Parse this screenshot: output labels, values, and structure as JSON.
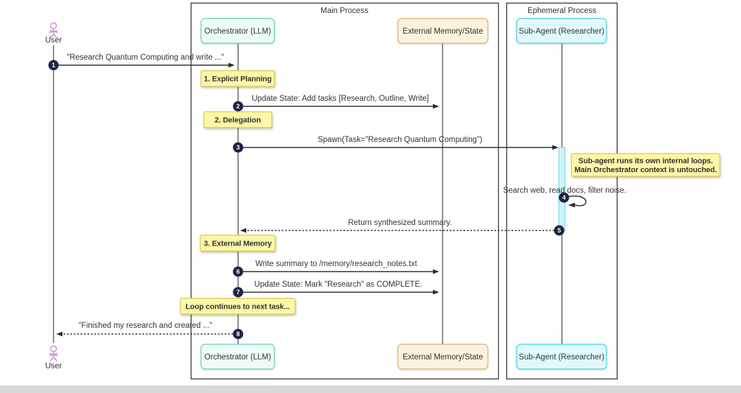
{
  "frames": {
    "main_label": "Main Process",
    "ephemeral_label": "Ephemeral Process"
  },
  "actors": {
    "user": "User",
    "orchestrator": "Orchestrator (LLM)",
    "memory": "External Memory/State",
    "subagent": "Sub-Agent (Researcher)"
  },
  "messages": [
    {
      "seq": "1",
      "label": "\"Research Quantum Computing and write ...\"",
      "from": "User",
      "to": "Orchestrator (LLM)",
      "line": "solid"
    },
    {
      "seq": "2",
      "label": "Update State: Add tasks [Research, Outline, Write]",
      "from": "Orchestrator (LLM)",
      "to": "External Memory/State",
      "line": "solid"
    },
    {
      "seq": "3",
      "label": "Spawn(Task=\"Research Quantum Computing\")",
      "from": "Orchestrator (LLM)",
      "to": "Sub-Agent (Researcher)",
      "line": "solid"
    },
    {
      "seq": "4",
      "label": "Search web, read docs, filter noise.",
      "from": "Sub-Agent (Researcher)",
      "to": "Sub-Agent (Researcher)",
      "line": "self-loop"
    },
    {
      "seq": "5",
      "label": "Return synthesized summary.",
      "from": "Sub-Agent (Researcher)",
      "to": "Orchestrator (LLM)",
      "line": "dotted"
    },
    {
      "seq": "6",
      "label": "Write summary to /memory/research_notes.txt",
      "from": "Orchestrator (LLM)",
      "to": "External Memory/State",
      "line": "solid"
    },
    {
      "seq": "7",
      "label": "Update State: Mark \"Research\" as COMPLETE.",
      "from": "Orchestrator (LLM)",
      "to": "External Memory/State",
      "line": "solid"
    },
    {
      "seq": "8",
      "label": "\"Finished my research and created ...\"",
      "from": "Orchestrator (LLM)",
      "to": "User",
      "line": "dotted"
    }
  ],
  "notes": {
    "planning": "1. Explicit Planning",
    "delegation": "2. Delegation",
    "subagent_line1": "Sub-agent runs its own internal loops.",
    "subagent_line2": "Main Orchestrator context is untouched.",
    "external_memory": "3. External Memory",
    "loop_continues": "Loop continues to next task..."
  },
  "colors": {
    "orchestrator_fill": "#eefcf8",
    "orchestrator_border": "#77d7c9",
    "memory_fill": "#fdf2de",
    "memory_border": "#e2bb84",
    "subagent_fill": "#e0f9fc",
    "subagent_border": "#5bd8e9",
    "note_fill": "#fdf7a8",
    "note_border": "#d9c94f",
    "badge_fill": "#1d2445",
    "actor_figure": "#c98ed2",
    "activation_fill": "#cdf5f9",
    "activation_border": "#6fd4e2",
    "line": "#2f2f2f"
  }
}
